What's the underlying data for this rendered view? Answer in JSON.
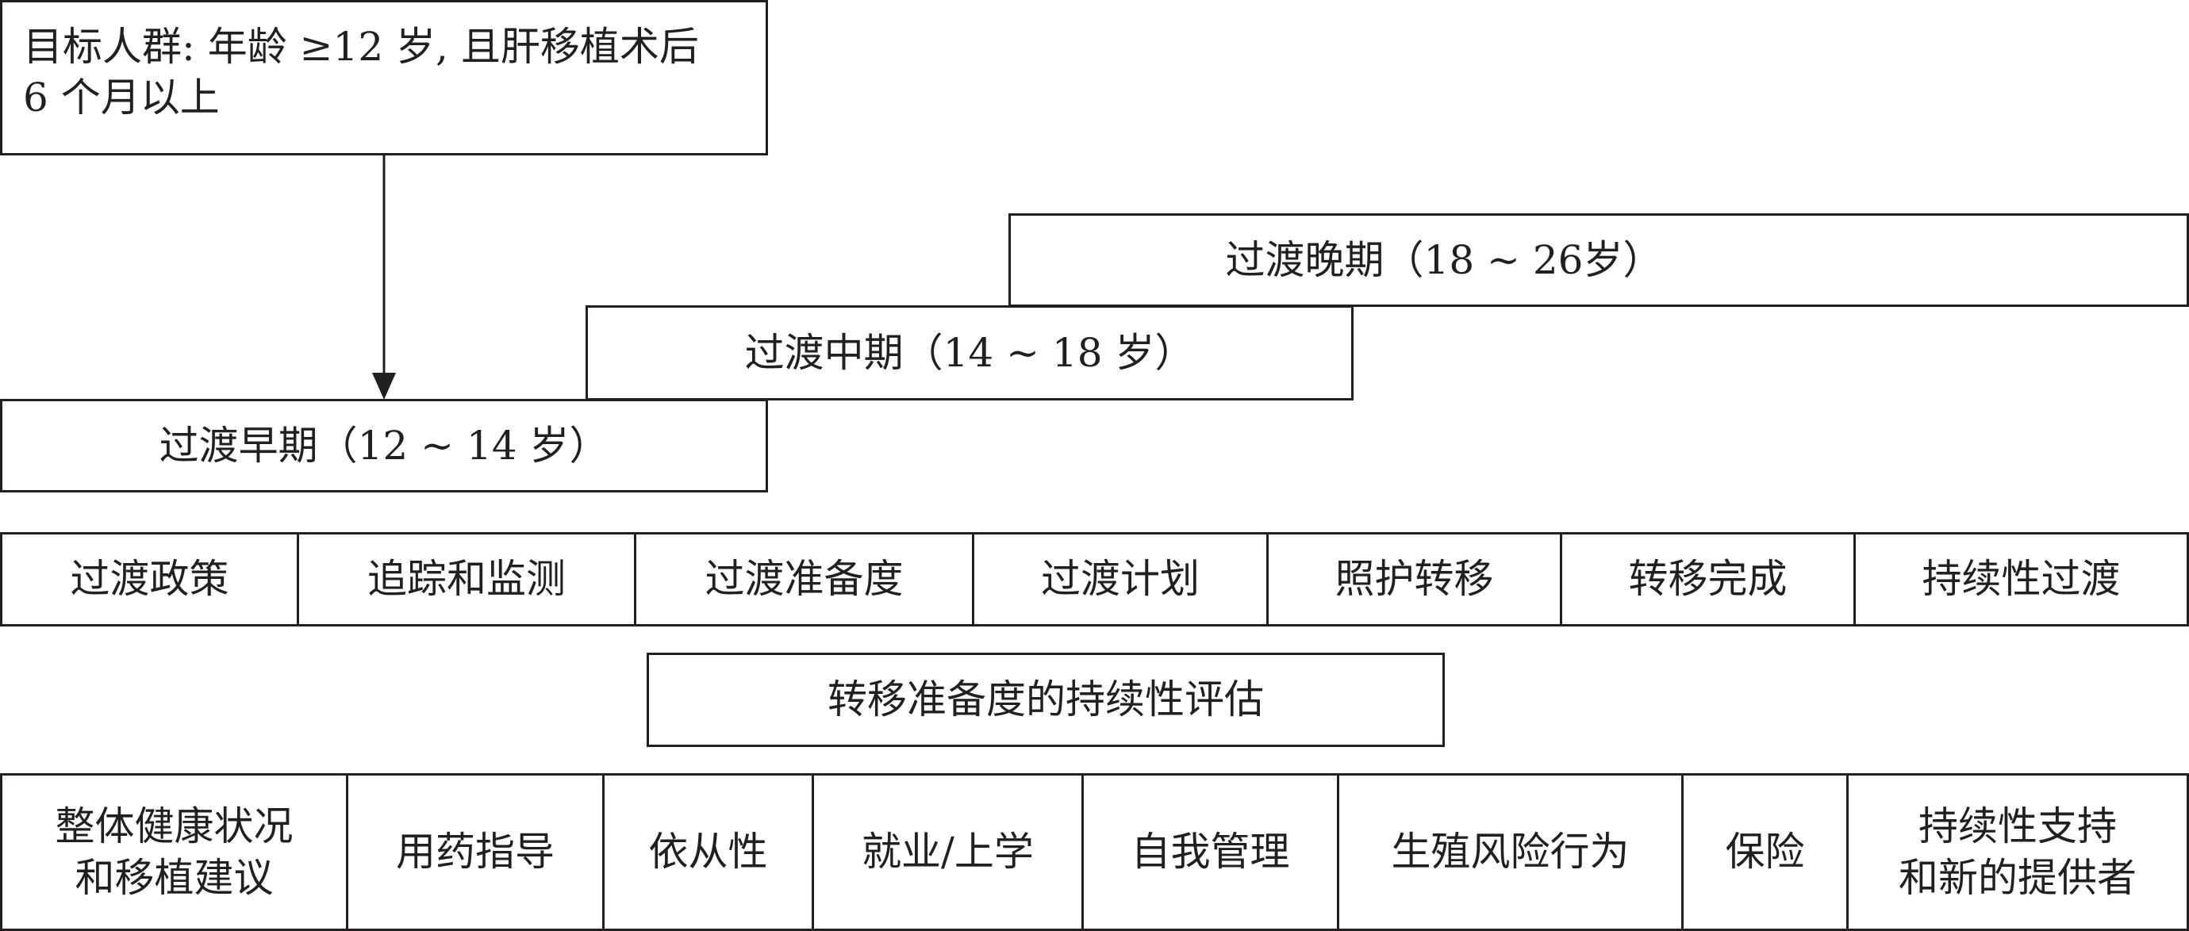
{
  "target": {
    "line1": "目标人群: 年龄 ≥12 岁, 且肝移植术后",
    "line2": "6 个月以上"
  },
  "phases": {
    "late": "过渡晚期（18 ~ 26岁）",
    "mid": "过渡中期（14 ~ 18 岁）",
    "early": "过渡早期（12 ~ 14 岁）"
  },
  "elements": [
    "过渡政策",
    "追踪和监测",
    "过渡准备度",
    "过渡计划",
    "照护转移",
    "转移完成",
    "持续性过渡"
  ],
  "assessment": "转移准备度的持续性评估",
  "domains": [
    {
      "line1": "整体健康状况",
      "line2": "和移植建议"
    },
    {
      "line1": "用药指导"
    },
    {
      "line1": "依从性"
    },
    {
      "line1": "就业/上学"
    },
    {
      "line1": "自我管理"
    },
    {
      "line1": "生殖风险行为"
    },
    {
      "line1": "保险"
    },
    {
      "line1": "持续性支持",
      "line2": "和新的提供者"
    }
  ]
}
